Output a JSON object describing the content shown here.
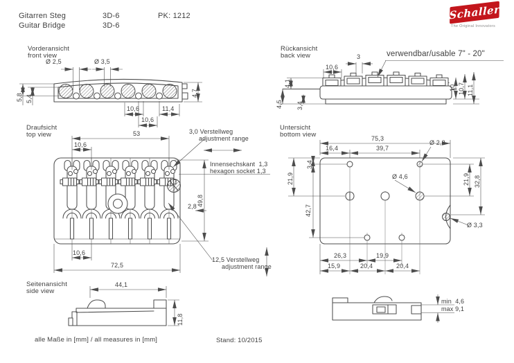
{
  "header": {
    "product_de": "Gitarren Steg",
    "product_en": "Guitar Bridge",
    "model_de": "3D-6",
    "model_en": "3D-6",
    "part_code": "PK: 1212"
  },
  "logo": {
    "brand": "Schaller",
    "tagline": "The Original Innovators",
    "bg_color": "#c3161c"
  },
  "views": {
    "front": {
      "title_de": "Vorderansicht",
      "title_en": "front view",
      "dims": {
        "dia_small": "Ø 2,5",
        "dia_large": "Ø 3,5",
        "h_58": "5,8",
        "h_54": "5,4",
        "h_47": "4,7",
        "w_106_a": "10,6",
        "w_114": "11,4",
        "w_106_b": "10,6"
      }
    },
    "back": {
      "title_de": "Rückansicht",
      "title_en": "back view",
      "note_usable": "verwendbar/usable 7\" - 20\"",
      "dims": {
        "w_3": "3",
        "w_106": "10,6",
        "h_41": "4,1",
        "h_45": "4,5",
        "h_34": "3,4",
        "h_10": "10",
        "h_107": "10,7",
        "h_111": "11,1"
      }
    },
    "top": {
      "title_de": "Draufsicht",
      "title_en": "top view",
      "notes": {
        "adj_top_de": "3,0 Verstellweg",
        "adj_top_en": "adjustment range",
        "hex_de": "Innensechskant  1,3",
        "hex_en": "hexagon socket 1,3",
        "adj_side_de": "12,5 Verstellweg",
        "adj_side_en": "adjustment range"
      },
      "dims": {
        "w_53": "53",
        "w_106_a": "10,6",
        "h_498": "49,8",
        "w_28": "2,8",
        "w_106_b": "10,6",
        "w_725": "72,5"
      }
    },
    "bottom": {
      "title_de": "Untersicht",
      "title_en": "bottom view",
      "dims": {
        "w_753": "75,3",
        "w_164": "16,4",
        "w_397": "39,7",
        "dia_28": "Ø 2,8",
        "h_34": "3,4",
        "h_219_left": "21,9",
        "h_427": "42,7",
        "dia_46": "Ø 4,6",
        "h_219_right": "21,9",
        "h_328": "32,8",
        "dia_33": "Ø 3,3",
        "w_263": "26,3",
        "w_199": "19,9",
        "w_159": "15,9",
        "w_204_a": "20,4",
        "w_204_b": "20,4"
      }
    },
    "side": {
      "title_de": "Seitenansicht",
      "title_en": "side view",
      "dims": {
        "w_441": "44,1",
        "h_118": "11,8"
      }
    },
    "side_rear": {
      "dims": {
        "min": "min  4,6",
        "max": "max 9,1"
      }
    }
  },
  "footer": {
    "units_note": "alle Maße in [mm] / all measures in [mm]",
    "revision": "Stand: 10/2015"
  }
}
